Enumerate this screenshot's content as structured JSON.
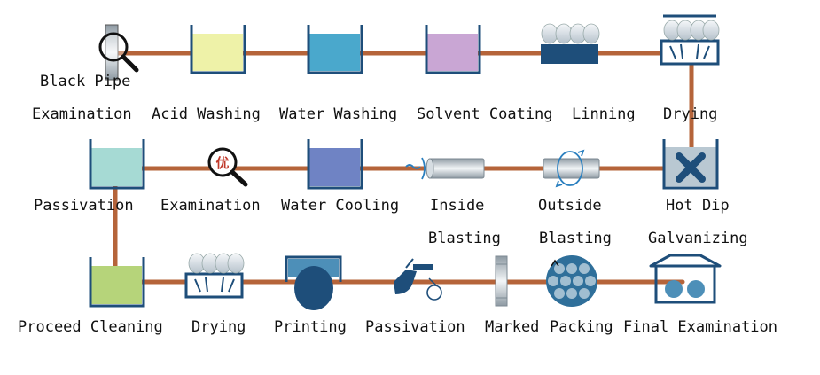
{
  "labels": {
    "black_pipe_1": "Black Pipe",
    "examination_1": "Examination",
    "acid_washing": "Acid Washing",
    "water_washing": "Water Washing",
    "solvent_coating": "Solvent Coating",
    "linning": "Linning",
    "drying_1": "Drying",
    "passivation_1": "Passivation",
    "examination_2": "Examination",
    "water_cooling": "Water Cooling",
    "inside": "Inside",
    "inside_blasting": "Blasting",
    "outside": "Outside",
    "outside_blasting": "Blasting",
    "hot_dip": "Hot Dip",
    "galvanizing": "Galvanizing",
    "proceed_cleaning": "Proceed Cleaning",
    "drying_2": "Drying",
    "printing": "Printing",
    "passivation_2": "Passivation",
    "marked": "Marked",
    "packing": "Packing",
    "final_examination": "Final Examination"
  },
  "badge_text": "优",
  "colors": {
    "pipe": "#b5643a",
    "tank_border": "#1e4e7a",
    "acid": "#eef2a8",
    "water_washing": "#4aa8cc",
    "solvent": "#c9a6d4",
    "passivation": "#a6dad4",
    "water_cooling": "#6f83c4",
    "proceed_cleaning": "#b6d47a",
    "printing": "#2e6c95",
    "steel": "#b9c8d2"
  }
}
